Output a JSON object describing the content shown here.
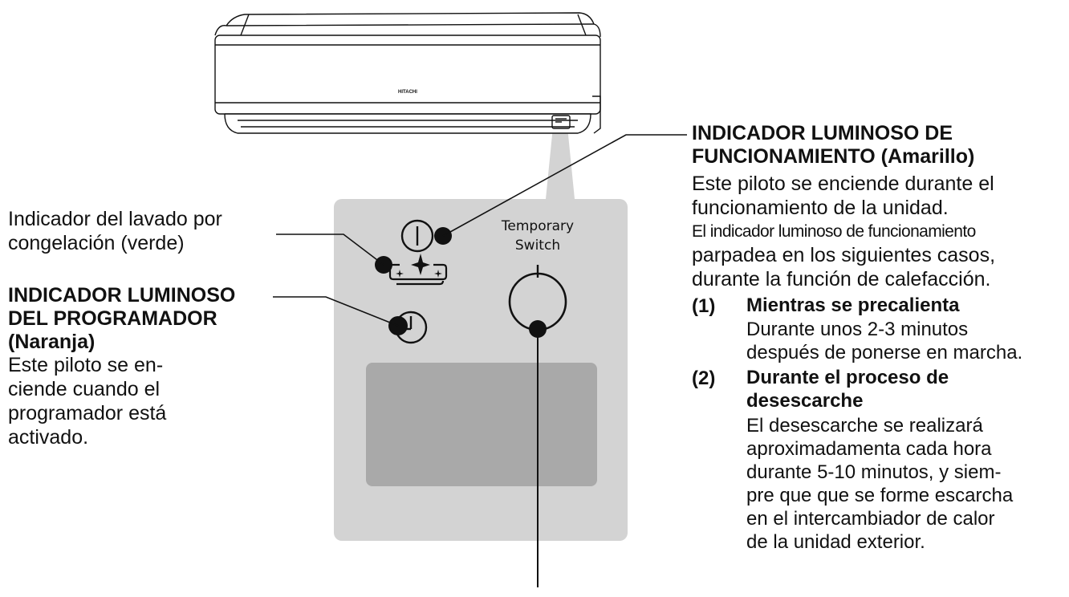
{
  "unit": {
    "brand": "HITACHI"
  },
  "panel": {
    "caption_line1": "Temporary",
    "caption_line2": "Switch"
  },
  "labels": {
    "freeze_wash": {
      "line1": "Indicador del lavado por",
      "line2": "congelación (verde)"
    },
    "timer": {
      "title_line1": "INDICADOR LUMINOSO",
      "title_line2": "DEL PROGRAMADOR",
      "title_line3": "(Naranja)",
      "desc_line1": "Este piloto se en-",
      "desc_line2": "ciende cuando el",
      "desc_line3": "programador está",
      "desc_line4": "activado."
    },
    "operation": {
      "title_line1": "INDICADOR LUMINOSO DE",
      "title_line2": "FUNCIONAMIENTO (Amarillo)",
      "desc_line1": "Este piloto se enciende durante el",
      "desc_line2": "funcionamiento de la unidad.",
      "small_line1": "El indicador luminoso de funcionamiento",
      "desc_line3": "parpadea en los siguientes casos,",
      "desc_line4": "durante la función de calefacción.",
      "items": [
        {
          "num": "(1)",
          "title_line1": "Mientras se precalienta",
          "body_line1": "Durante unos 2-3 minutos",
          "body_line2": "después de ponerse en marcha."
        },
        {
          "num": "(2)",
          "title_line1": "Durante el proceso de",
          "title_line2": "desescarche",
          "body_line1": "El desescarche se realizará",
          "body_line2": "aproximadamenta cada hora",
          "body_line3": "durante 5-10 minutos, y siem-",
          "body_line4": "pre que que se forme escarcha",
          "body_line5": "en el intercambiador de calor",
          "body_line6": "de la unidad exterior."
        }
      ]
    }
  },
  "colors": {
    "panel_fill": "#d3d3d3",
    "window_fill": "#a9a9a9",
    "ink": "#111111"
  }
}
